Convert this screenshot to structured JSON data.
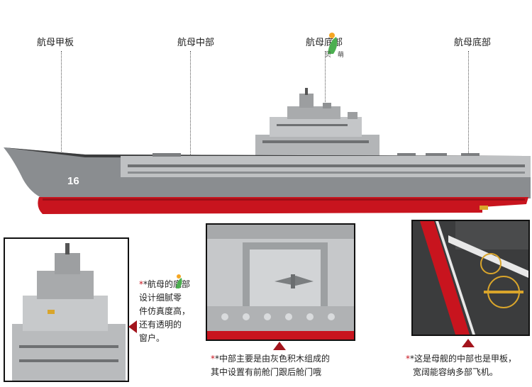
{
  "labels": {
    "deck": "航母甲板",
    "middle": "航母中部",
    "upper": "航母底部",
    "bottom": "航母底部"
  },
  "watermark": {
    "text": "贝 萌"
  },
  "captions": {
    "left": [
      "*航母的底部",
      "设计细腻零",
      "件仿真度高，",
      "还有透明的",
      "窗户。"
    ],
    "middle": [
      "*中部主要是由灰色积木组成的",
      "其中设置有前舱门跟后舱门哦"
    ],
    "right": [
      "*这是母舰的中部也是甲板，",
      "宽阔能容纳多部飞机。"
    ]
  },
  "ship": {
    "hull_number": "16"
  },
  "colors": {
    "hull_red": "#c8141e",
    "hull_gray": "#8a8d90",
    "accent": "#a3141c",
    "deck_dark": "#3b3c3d"
  }
}
